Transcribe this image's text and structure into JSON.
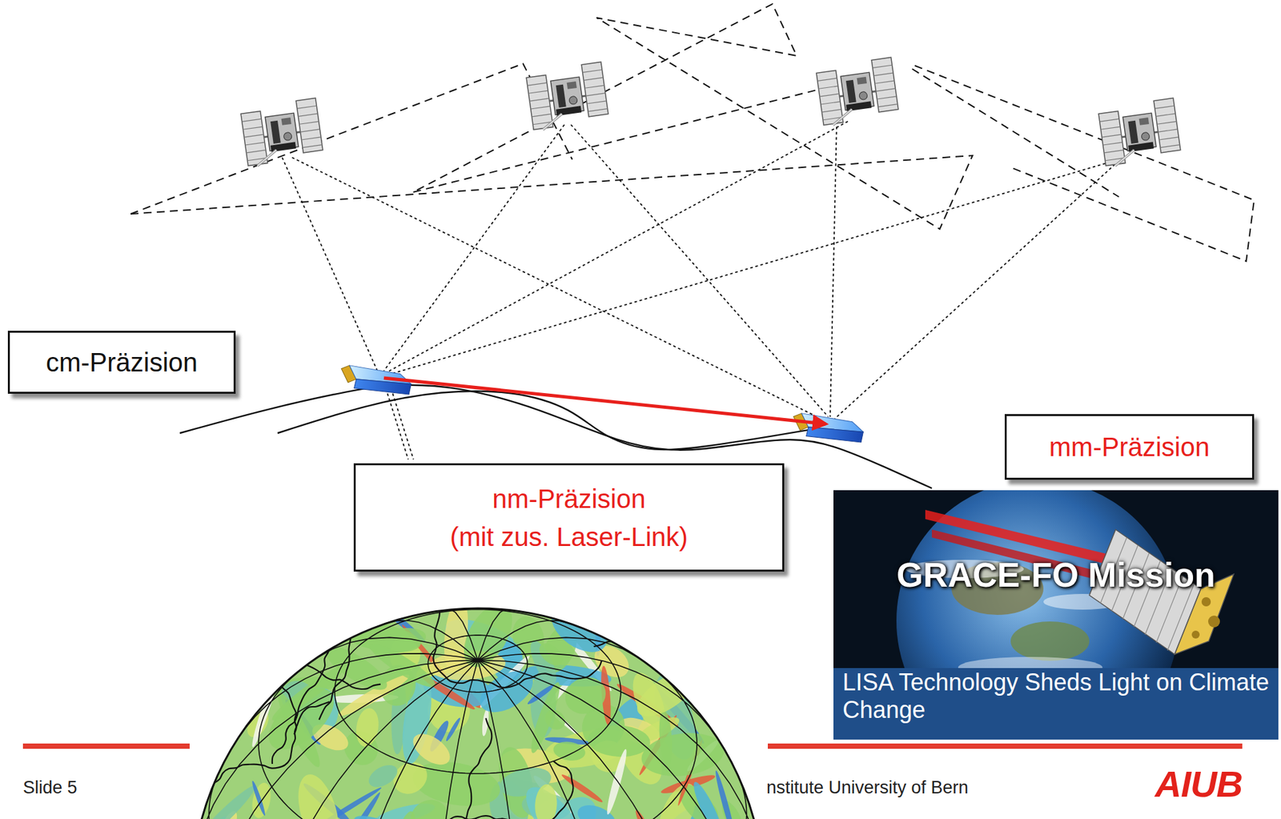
{
  "diagram": {
    "nodes": [
      {
        "text": [
          "cm-Präzision"
        ]
      },
      {
        "text": [
          "mm-Präzision"
        ]
      },
      {
        "text": [
          "nm-Präzision",
          "(mit zus. Laser-Link)"
        ]
      },
      {
        "text": [
          "GRACE-FO Mission",
          "LISA Technology Sheds Light on Climate Change"
        ]
      }
    ],
    "labels": [
      "Slide 5",
      "nstitute University of Bern",
      "AIUB"
    ]
  }
}
